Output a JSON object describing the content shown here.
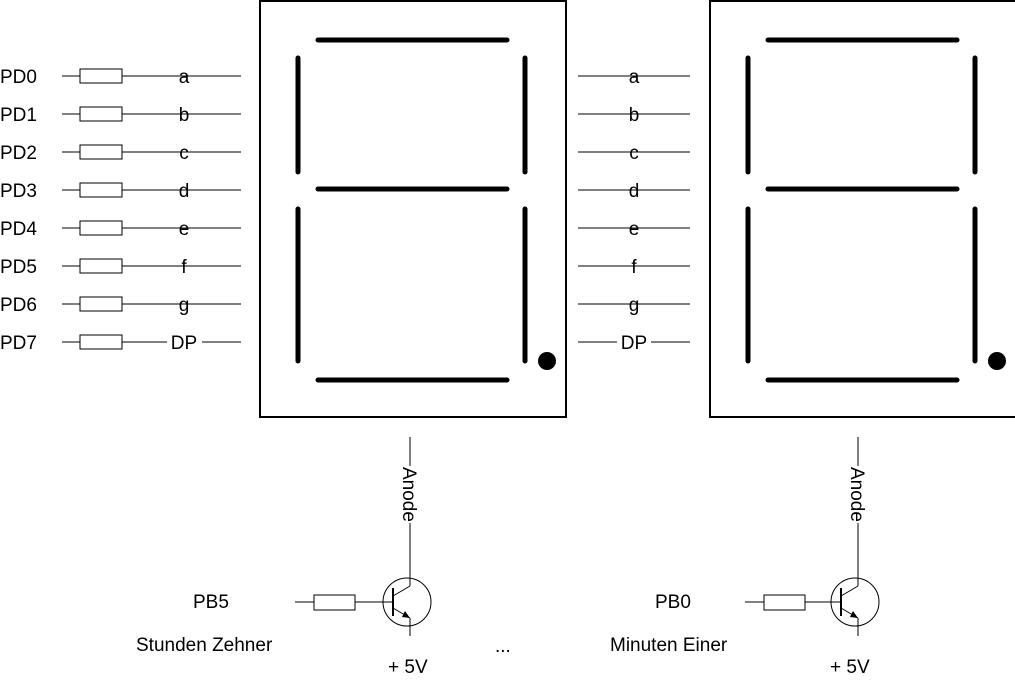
{
  "port_labels": [
    "PD0",
    "PD1",
    "PD2",
    "PD3",
    "PD4",
    "PD5",
    "PD6",
    "PD7"
  ],
  "segment_labels": [
    "a",
    "b",
    "c",
    "d",
    "e",
    "f",
    "g",
    "DP"
  ],
  "digits": [
    {
      "anode_label": "Anode",
      "control_pin": "PB5",
      "digit_name": "Stunden Zehner",
      "supply_label": "+ 5V"
    },
    {
      "anode_label": "Anode",
      "control_pin": "PB0",
      "digit_name": "Minuten Einer",
      "supply_label": "+ 5V"
    }
  ],
  "ellipsis": "..."
}
